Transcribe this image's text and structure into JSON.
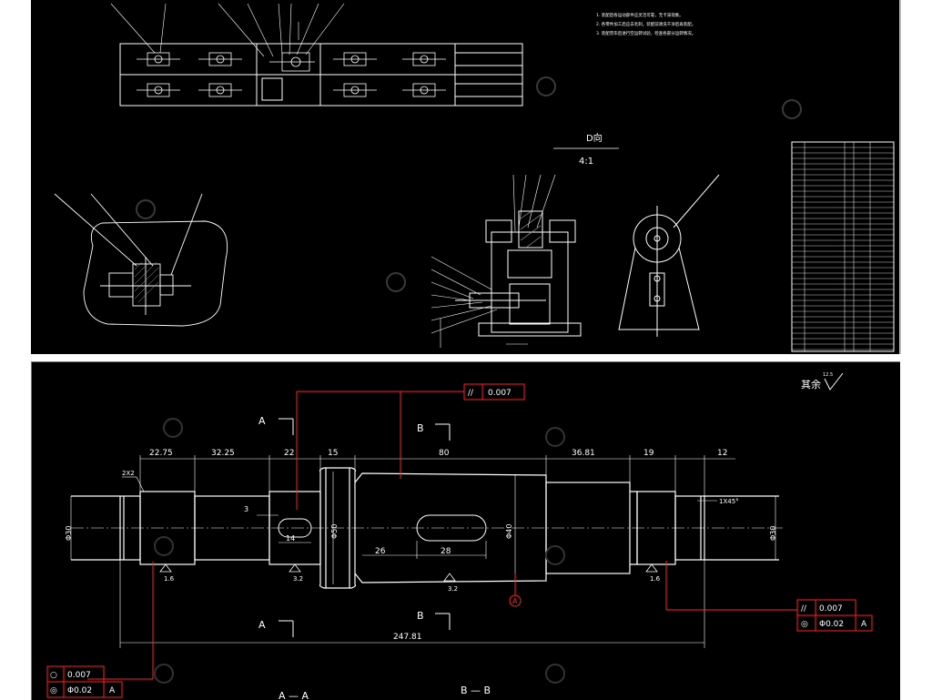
{
  "top_sheet": {
    "view_d_label": "D向",
    "view_d_scale": "4:1",
    "notes": [
      "1. 装配后各运动部件应灵活可靠，无卡滞现象。",
      "2. 各零件加工后应去毛刺，装配前清洗干净后再装配。",
      "3. 装配完毕后进行空运转试验，检查各部分运转情况。"
    ]
  },
  "shaft_drawing": {
    "roughness_rest_label": "其余",
    "roughness_rest_value": "12.5",
    "section_a_label": "A",
    "section_b_label": "B",
    "section_aa_label": "A — A",
    "section_bb_label": "B — B",
    "datum_label": "A",
    "dims_top": [
      "22.75",
      "32.25",
      "22",
      "15",
      "80",
      "36.81",
      "19",
      "12"
    ],
    "dim_chamfer_left": "2X2",
    "dim_chamfer_right": "1X45°",
    "dim_key_a_width": "3",
    "dim_key_a_len": "14",
    "dim_key_b_pos": "26",
    "dim_key_b_len": "28",
    "dia_left": "Φ30",
    "dia_collar": "Φ50",
    "dia_mid": "Φ40",
    "dia_right": "Φ30",
    "overall_length": "247.81",
    "roughness_marks": [
      "1.6",
      "3.2",
      "3.2",
      "1.6"
    ],
    "fcf_top": {
      "symbol": "//",
      "value": "0.007"
    },
    "fcf_right": [
      {
        "symbol": "//",
        "value": "0.007"
      },
      {
        "symbol": "◎",
        "value": "Φ0.02",
        "datum": "A"
      }
    ],
    "fcf_left": [
      {
        "symbol": "○",
        "value": "0.007"
      },
      {
        "symbol": "◎",
        "value": "Φ0.02",
        "datum": "A"
      }
    ]
  },
  "colors": {
    "background": "#000000",
    "line": "#ffffff",
    "tolerance": "#ff2020",
    "hatch": "#cccccc"
  }
}
